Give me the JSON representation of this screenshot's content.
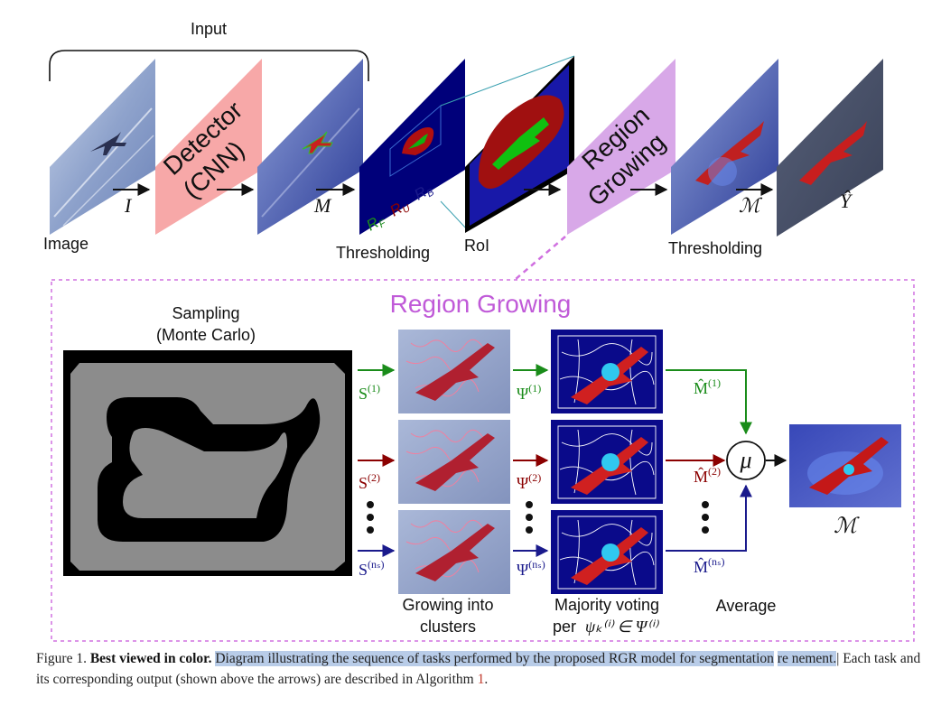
{
  "top_row": {
    "input_label": "Input",
    "image_label": "Image",
    "detector_line1": "Detector",
    "detector_line2": "(CNN)",
    "var_I": "I",
    "var_M": "M",
    "thresholding_label_1": "Thresholding",
    "rf_label": "R",
    "rf_sub": "F",
    "ru_label": "R",
    "ru_sub": "U",
    "rb_label": "R",
    "rb_sub": "B",
    "roi_label": "RoI",
    "region_growing_line1": "Region",
    "region_growing_line2": "Growing",
    "var_M_cal": "ℳ",
    "var_Y_hat": "Ŷ",
    "thresholding_label_2": "Thresholding"
  },
  "bottom_panel": {
    "title": "Region Growing",
    "sampling_line1": "Sampling",
    "sampling_line2": "(Monte Carlo)",
    "s1": "S",
    "s1_sup": "(1)",
    "s2": "S",
    "s2_sup": "(2)",
    "sn": "S",
    "sn_sup": "(nₛ)",
    "psi1": "Ψ",
    "psi1_sup": "(1)",
    "psi2": "Ψ",
    "psi2_sup": "(2)",
    "psin": "Ψ",
    "psin_sup": "(nₛ)",
    "m1": "M̂",
    "m1_sup": "(1)",
    "m2": "M̂",
    "m2_sup": "(2)",
    "mn": "M̂",
    "mn_sup": "(nₛ)",
    "mu": "μ",
    "m_out": "ℳ",
    "growing_line1": "Growing into",
    "growing_line2": "clusters",
    "voting_line1": "Majority voting",
    "voting_line2_prefix": "per",
    "voting_math": "ψₖ⁽ⁱ⁾ ∈ Ψ⁽ⁱ⁾",
    "average_label": "Average"
  },
  "caption": {
    "figure_no": "Figure 1.",
    "bold": "Best viewed in color.",
    "highlighted_a": "Diagram illustrating the sequence of tasks performed by the proposed RGR model for segmentation",
    "highlighted_b": "re nement.",
    "rest": "Each task and its corresponding output (shown above the arrows) are described in Algorithm",
    "ref": "1",
    "end": "."
  },
  "colors": {
    "seed_1": "#1a8c1a",
    "seed_2": "#8b0000",
    "seed_n": "#1a1a8c",
    "panel_border": "#d070e0",
    "title": "#c05ad8",
    "detector": "#f7a8a8",
    "region_growing_box": "#d8a8e8"
  }
}
